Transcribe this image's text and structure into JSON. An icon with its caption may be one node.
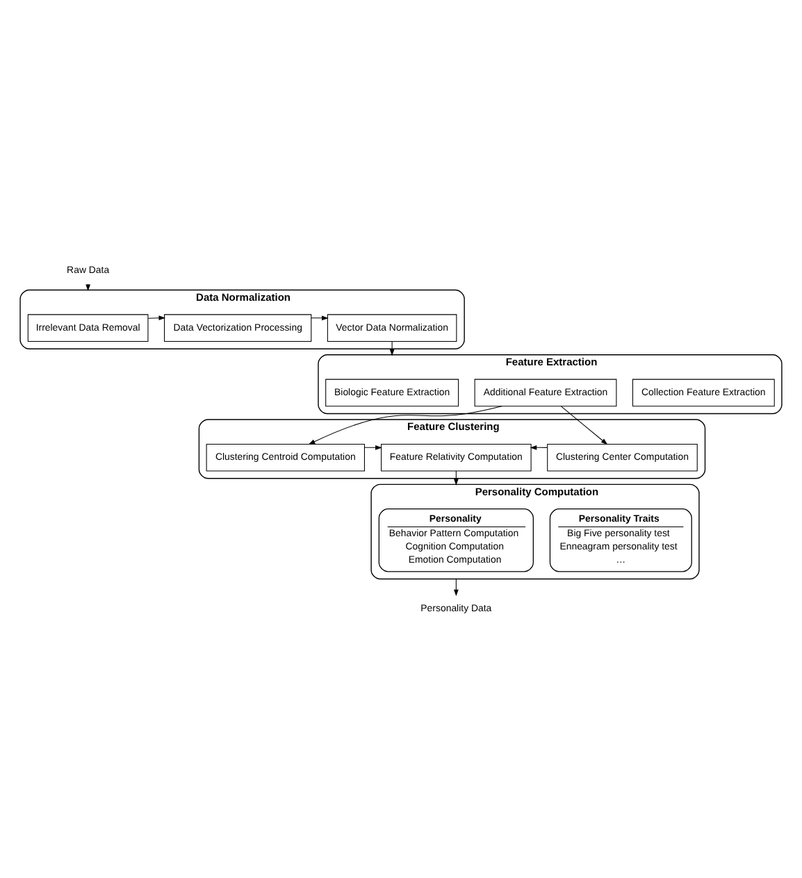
{
  "diagram": {
    "nodes": [
      {
        "text": [
          "Raw Data"
        ]
      },
      {
        "text": [
          "Data Normalization"
        ]
      },
      {
        "text": [
          "Irrelevant Data Removal"
        ],
        "in": 1
      },
      {
        "text": [
          "Data Vectorization Processing"
        ],
        "in": 1
      },
      {
        "text": [
          "Vector Data Normalization"
        ],
        "in": 1
      },
      {
        "text": [
          "Feature Extraction"
        ]
      },
      {
        "text": [
          "Biologic Feature Extraction"
        ],
        "in": 5
      },
      {
        "text": [
          "Additional Feature Extraction"
        ],
        "in": 5
      },
      {
        "text": [
          "Collection Feature Extraction"
        ],
        "in": 5
      },
      {
        "text": [
          "Feature Clustering"
        ]
      },
      {
        "text": [
          "Clustering Centroid Computation"
        ],
        "in": 9
      },
      {
        "text": [
          "Feature Relativity Computation"
        ],
        "in": 9
      },
      {
        "text": [
          "Clustering Center Computation"
        ],
        "in": 9
      },
      {
        "text": [
          "Personality Computation"
        ]
      },
      {
        "text": [
          "Personality",
          "Behavior Pattern Computation",
          "Cognition Computation",
          "Emotion Computation"
        ],
        "in": 13
      },
      {
        "text": [
          "Personality Traits",
          "Big Five personality test",
          "Enneagram personality test",
          "…"
        ],
        "in": 13
      },
      {
        "text": [
          "Personality Data"
        ]
      }
    ],
    "edges": [
      {
        "from": 0,
        "to": 1,
        "arrow": "to"
      },
      {
        "from": 2,
        "to": 3,
        "arrow": "to"
      },
      {
        "from": 3,
        "to": 4,
        "arrow": "to"
      },
      {
        "from": 4,
        "to": 5,
        "arrow": "to"
      },
      {
        "from": 7,
        "to": 10,
        "arrow": "to"
      },
      {
        "from": 7,
        "to": 12,
        "arrow": "to"
      },
      {
        "from": 10,
        "to": 11,
        "arrow": "to"
      },
      {
        "from": 12,
        "to": 11,
        "arrow": "to"
      },
      {
        "from": 11,
        "to": 13,
        "arrow": "to"
      },
      {
        "from": 13,
        "to": 16,
        "arrow": "to"
      }
    ]
  }
}
